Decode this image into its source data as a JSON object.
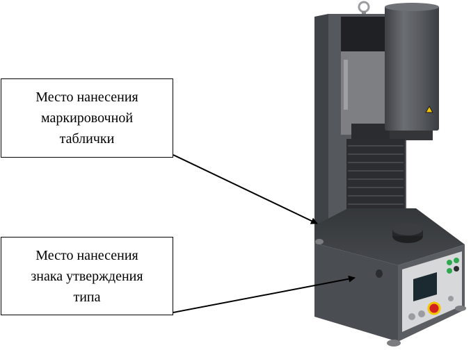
{
  "callouts": [
    {
      "lines": [
        "Место нанесения",
        "маркировочной",
        "таблички"
      ]
    },
    {
      "lines": [
        "Место нанесения",
        "знака утверждения",
        "типа"
      ]
    }
  ],
  "colors": {
    "text": "#000000",
    "border": "#000000",
    "machine_body": "#54575b",
    "machine_dark": "#2b2d30",
    "warning_label": "#f2c500",
    "emergency_stop": "#d32020",
    "button_green": "#2fa84f"
  },
  "icons": [
    "warning-triangle-icon",
    "emergency-stop-icon"
  ]
}
